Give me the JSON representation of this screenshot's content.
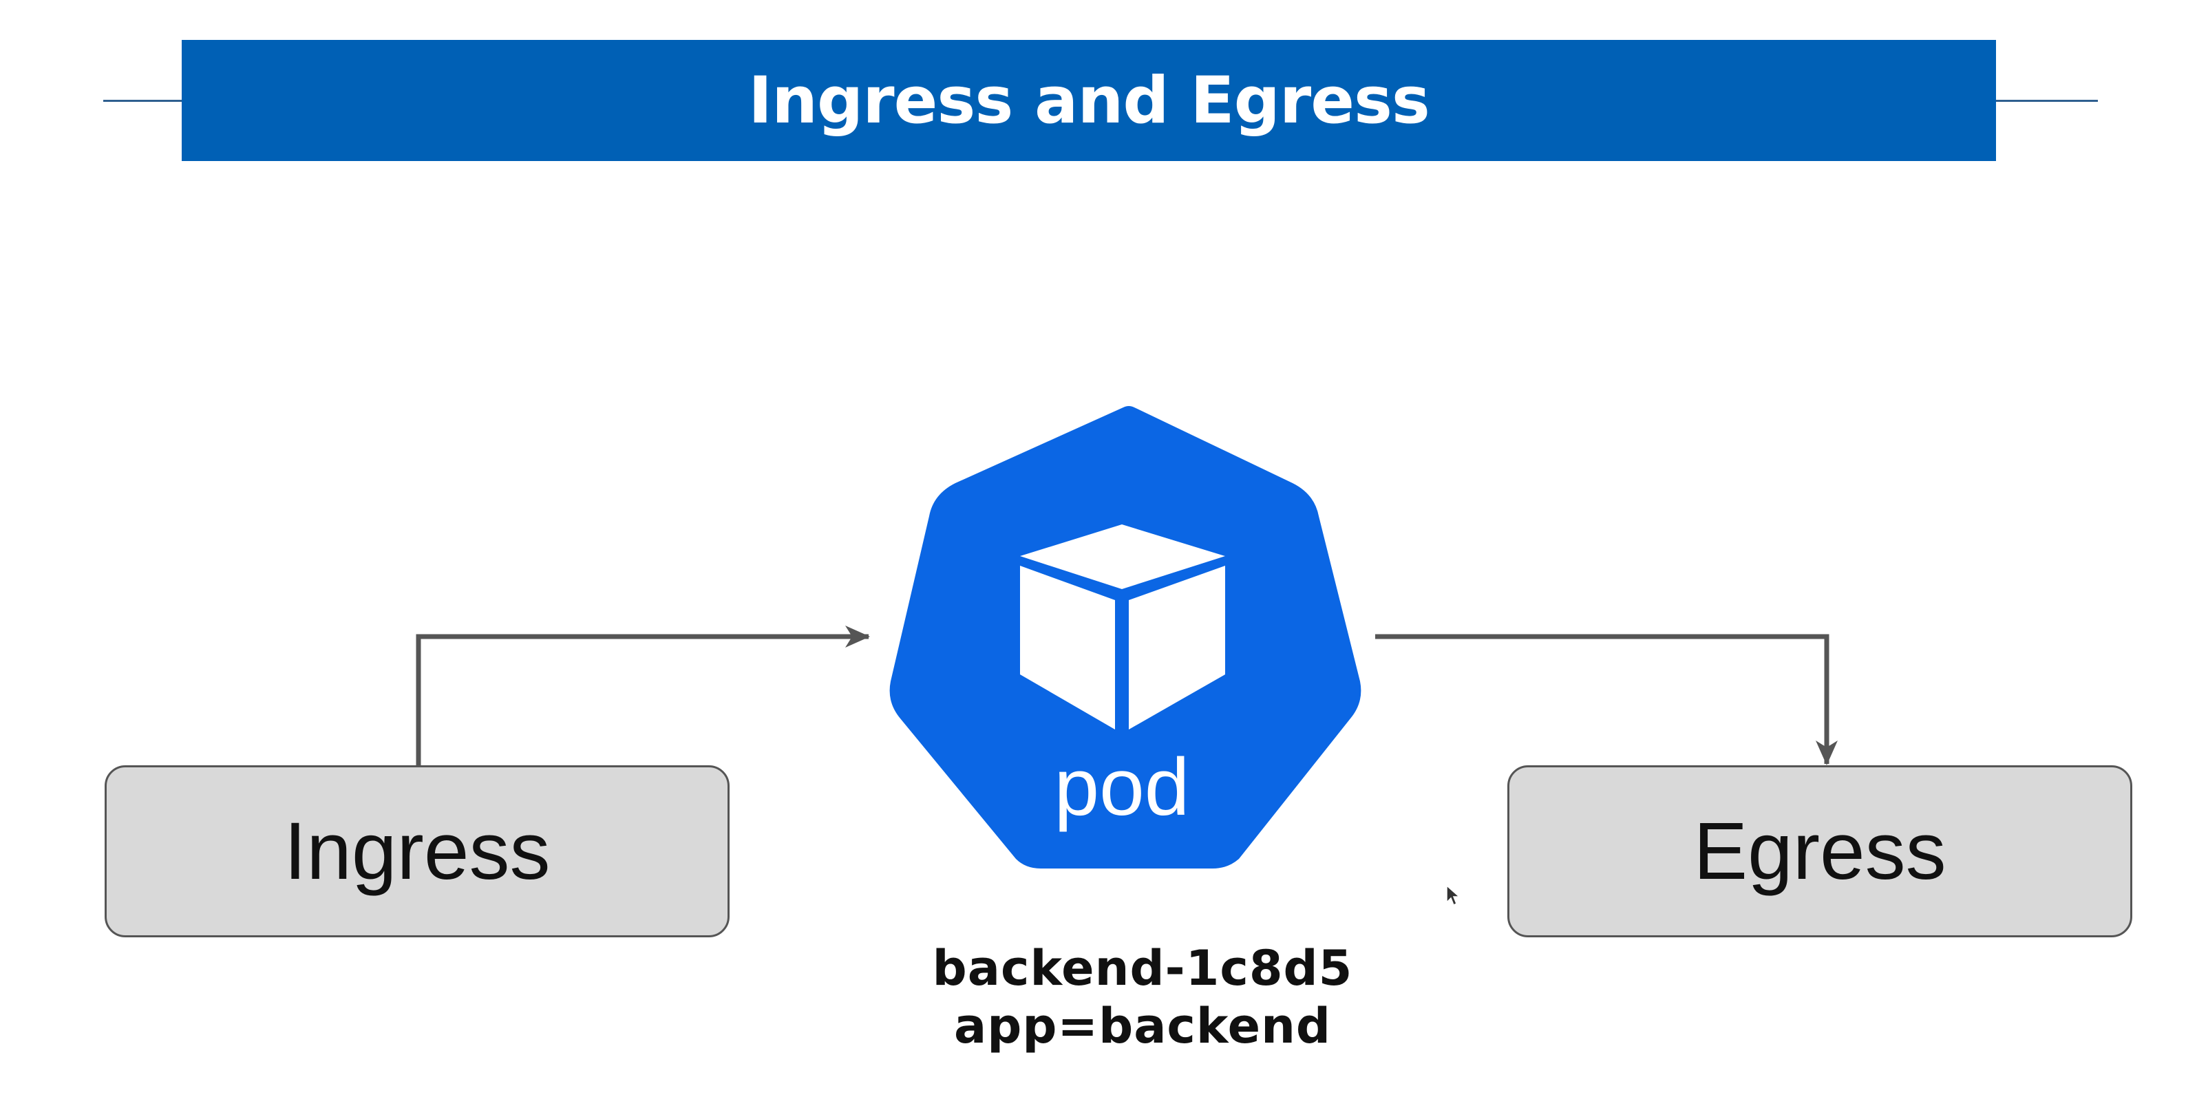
{
  "header": {
    "title": "Ingress and Egress"
  },
  "diagram": {
    "ingress_box": {
      "label": "Ingress"
    },
    "egress_box": {
      "label": "Egress"
    },
    "pod": {
      "icon_text": "pod",
      "name": "backend-1c8d5",
      "label": "app=backend"
    }
  },
  "colors": {
    "title_bar": "#0060b5",
    "pod": "#0b66e4",
    "box_fill": "#d9d9d9",
    "connector": "#555555"
  },
  "icons": {
    "pod_icon": "kubernetes-pod-heptagon-cube-icon",
    "cursor": "mouse-pointer-icon"
  }
}
